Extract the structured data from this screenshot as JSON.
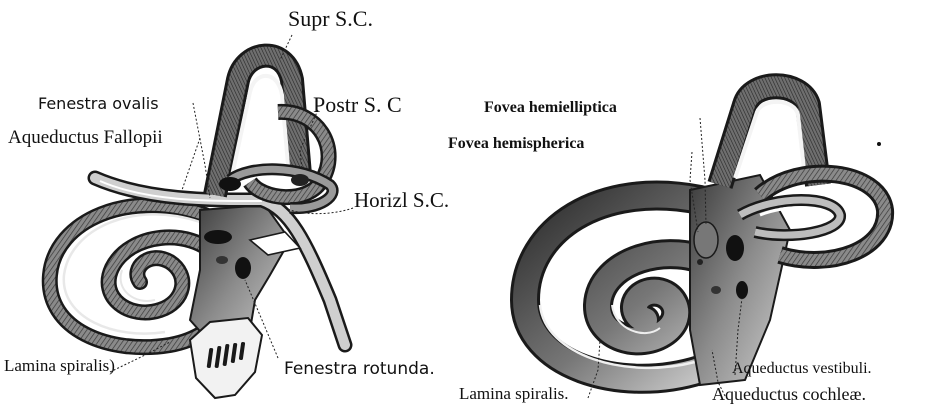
{
  "left_figure": {
    "labels": {
      "superior": "Supr S.C.",
      "fenestra_ovalis": "Fenestra ovalis",
      "posterior": "Postr S. C",
      "aqueductus_fallopii": "Aqueductus Fallopii",
      "horizontal": "Horizl S.C.",
      "lamina_spiralis": "Lamina spiralis)",
      "fenestra_rotunda": "Fenestra rotunda."
    }
  },
  "right_figure": {
    "labels": {
      "fovea_hemielliptica": "Fovea hemielliptica",
      "fovea_hemispherica": "Fovea hemispherica",
      "lamina_spiralis": "Lamina spiralis.",
      "aqueductus_vestibuli": "Aqueductus vestibuli.",
      "aqueductus_cochleae": "Aqueductus cochleæ."
    }
  },
  "colors": {
    "ink": "#111111",
    "shade": "#6a6a6a",
    "dark": "#2b2b2b",
    "light": "#d4d4d4"
  }
}
